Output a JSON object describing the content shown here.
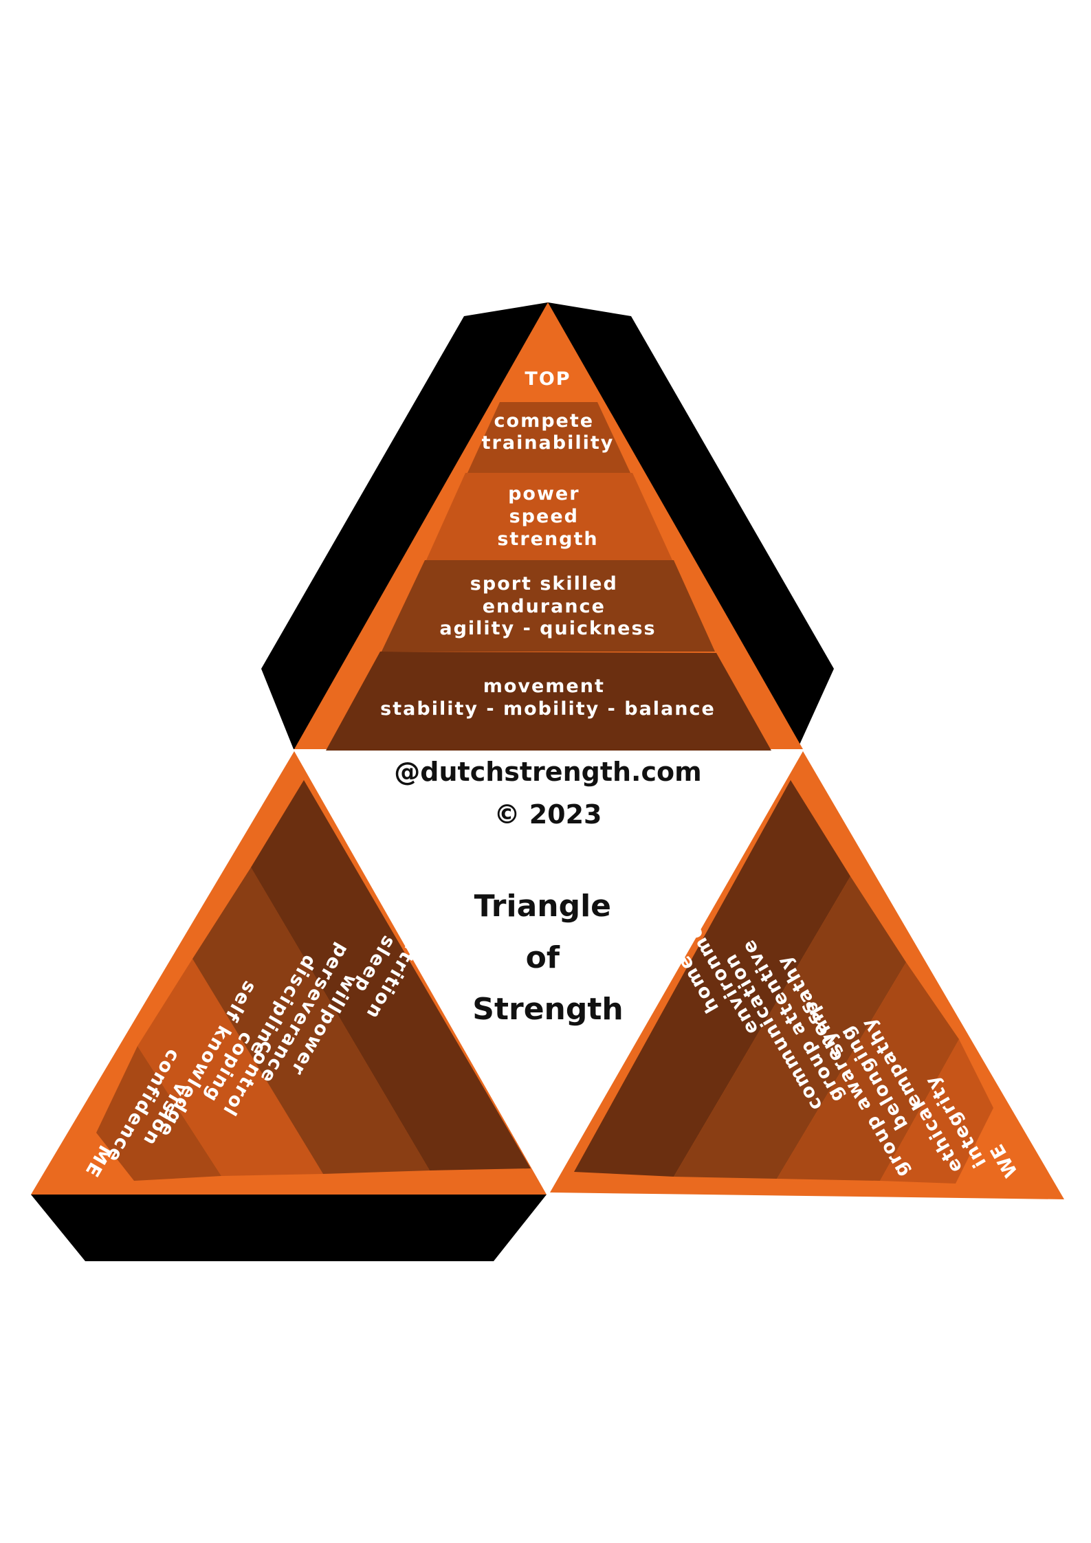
{
  "colors": {
    "black": "#000000",
    "orange": "#ea6a1f",
    "band_dark": "#6b2f10",
    "band_mid": "#8a3e14",
    "band_light": "#c75518",
    "band_rust": "#a94915",
    "white": "#ffffff"
  },
  "top": {
    "label": "TOP",
    "levels": [
      {
        "lines": [
          "compete",
          "trainability"
        ]
      },
      {
        "lines": [
          "power",
          "speed",
          "strength"
        ]
      },
      {
        "lines": [
          "sport skilled",
          "endurance",
          "agility - quickness"
        ]
      },
      {
        "lines": [
          "movement",
          "stability - mobility - balance"
        ]
      }
    ]
  },
  "me": {
    "label": "ME",
    "levels": [
      {
        "lines": [
          "vision",
          "confidence"
        ]
      },
      {
        "lines": [
          "control",
          "coping",
          "self knowledge"
        ]
      },
      {
        "lines": [
          "willpower",
          "perseverance",
          "discipline"
        ]
      },
      {
        "lines": [
          "nutrition",
          "sleep"
        ]
      }
    ]
  },
  "we": {
    "label": "WE",
    "levels": [
      {
        "lines": [
          "ethical",
          "integrity"
        ]
      },
      {
        "lines": [
          "group awareness",
          "belonging",
          "empathy"
        ]
      },
      {
        "lines": [
          "communication",
          "group attentive",
          "sympathy"
        ]
      },
      {
        "lines": [
          "home",
          "environment"
        ]
      }
    ]
  },
  "center": {
    "website": "@dutchstrength.com",
    "copyright": "© 2023",
    "title_lines": [
      "Triangle",
      "of",
      "Strength"
    ]
  }
}
